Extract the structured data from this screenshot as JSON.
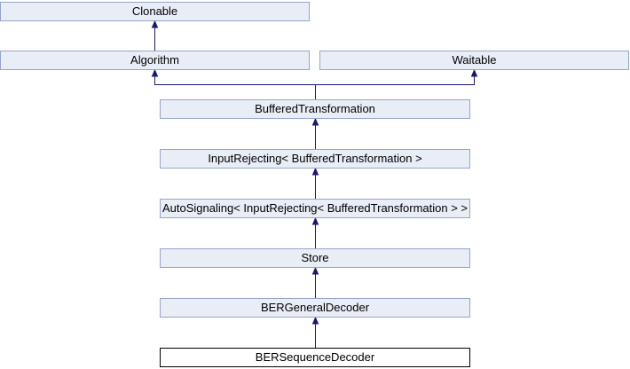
{
  "diagram": {
    "type": "class-inheritance-diagram",
    "nodes": [
      {
        "id": "clonable",
        "label": "Clonable",
        "current": false
      },
      {
        "id": "algorithm",
        "label": "Algorithm",
        "current": false
      },
      {
        "id": "waitable",
        "label": "Waitable",
        "current": false
      },
      {
        "id": "buffered-transformation",
        "label": "BufferedTransformation",
        "current": false
      },
      {
        "id": "input-rejecting",
        "label": "InputRejecting< BufferedTransformation >",
        "current": false
      },
      {
        "id": "auto-signaling",
        "label": "AutoSignaling< InputRejecting< BufferedTransformation > >",
        "current": false
      },
      {
        "id": "store",
        "label": "Store",
        "current": false
      },
      {
        "id": "ber-general-decoder",
        "label": "BERGeneralDecoder",
        "current": false
      },
      {
        "id": "ber-sequence-decoder",
        "label": "BERSequenceDecoder",
        "current": true
      }
    ],
    "edges": [
      {
        "from": "algorithm",
        "to": "clonable"
      },
      {
        "from": "buffered-transformation",
        "to": "algorithm"
      },
      {
        "from": "buffered-transformation",
        "to": "waitable"
      },
      {
        "from": "input-rejecting",
        "to": "buffered-transformation"
      },
      {
        "from": "auto-signaling",
        "to": "input-rejecting"
      },
      {
        "from": "store",
        "to": "auto-signaling"
      },
      {
        "from": "ber-general-decoder",
        "to": "store"
      },
      {
        "from": "ber-sequence-decoder",
        "to": "ber-general-decoder"
      }
    ]
  },
  "colors": {
    "node_fill": "#e9edf6",
    "node_border": "#96a5c9",
    "current_fill": "#ffffff",
    "current_border": "#000000",
    "edge": "#191970",
    "text": "#000000",
    "background": "#ffffff"
  }
}
